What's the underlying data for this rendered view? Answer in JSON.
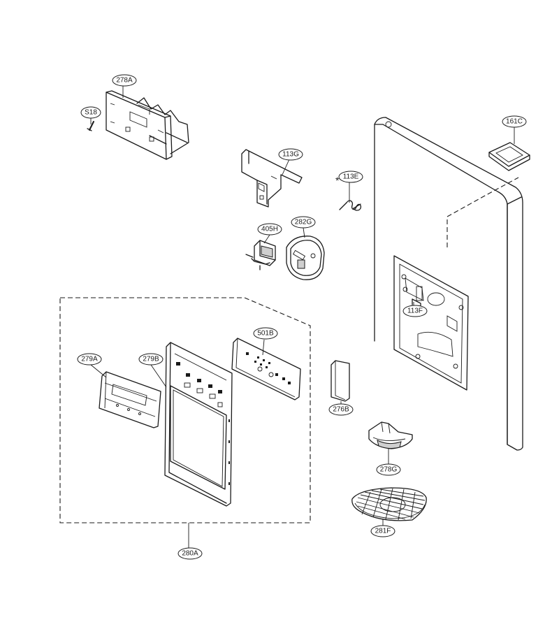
{
  "callouts": {
    "278A": "278A",
    "S18": "S18",
    "113G": "113G",
    "113E": "113E",
    "161C": "161C",
    "405H": "405H",
    "282G": "282G",
    "113F": "113F",
    "501B": "501B",
    "279A": "279A",
    "279B": "279B",
    "276B": "276B",
    "278G": "278G",
    "281F": "281F",
    "280A": "280A"
  },
  "marker": "*"
}
